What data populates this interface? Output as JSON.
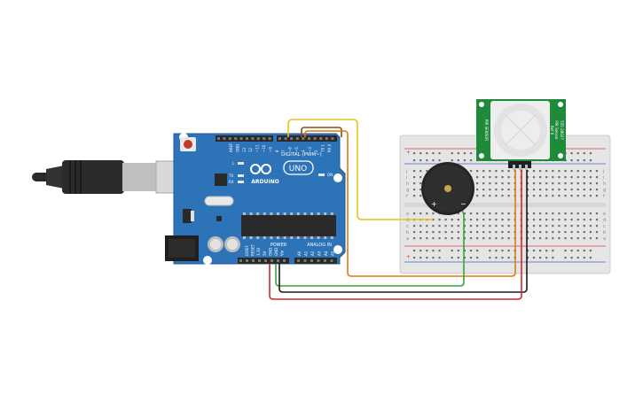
{
  "arduino": {
    "brand": "ARDUINO",
    "model": "UNO",
    "digital_label": "DIGITAL (PWM~)",
    "power_label": "POWER",
    "analog_label": "ANALOG IN",
    "tx_label": "TX",
    "rx_label": "RX",
    "l_label": "L",
    "on_label": "ON",
    "header_top_labels": [
      "AREF",
      "GND",
      "13",
      "12",
      "~11",
      "~10",
      "~9",
      "8",
      "7",
      "~6",
      "~5",
      "4",
      "~3",
      "2",
      "TX 1",
      "RX 0"
    ],
    "header_power_labels": [
      "IOREF",
      "RESET",
      "3.3V",
      "5V",
      "GND",
      "GND",
      "Vin"
    ],
    "header_analog_labels": [
      "A0",
      "A1",
      "A2",
      "A3",
      "A4",
      "A5"
    ],
    "board_color": "#2c73b7"
  },
  "pir_sensor": {
    "left_label": "PIR SENSOR",
    "right_label_1": "PIR Sensor",
    "right_label_2": "Ref 0",
    "right_label_3": "555-28027",
    "board_color": "#1f8a3a"
  },
  "buzzer": {
    "plus_label": "+",
    "minus_label": "−"
  },
  "breadboard": {
    "row_letters": [
      "a",
      "b",
      "c",
      "d",
      "e",
      "f",
      "g",
      "h",
      "i",
      "j"
    ],
    "rail_plus": "+",
    "rail_minus": "−"
  },
  "wires": {
    "colors": {
      "yellow": "#e8c21a",
      "orange": "#e07a12",
      "green": "#3aa33a",
      "black": "#1a1a1a",
      "red": "#d12a2a",
      "brown": "#8b4a1e"
    }
  }
}
